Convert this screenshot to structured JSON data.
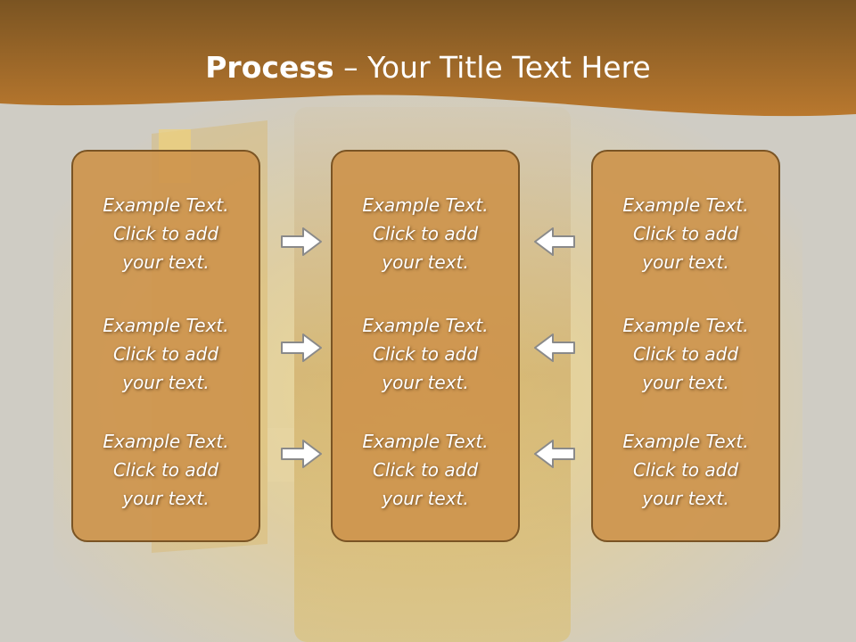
{
  "title": {
    "bold": "Process",
    "rest": " – Your Title Text Here"
  },
  "panels": [
    {
      "blocks": [
        {
          "lines": [
            "Example Text.",
            "Click  to add",
            "your text."
          ]
        },
        {
          "lines": [
            "Example Text.",
            "Click  to add",
            "your text."
          ]
        },
        {
          "lines": [
            "Example Text.",
            "Click  to add",
            "your text."
          ]
        }
      ]
    },
    {
      "blocks": [
        {
          "lines": [
            "Example Text.",
            "Click  to add",
            "your text."
          ]
        },
        {
          "lines": [
            "Example Text.",
            "Click  to add",
            "your text."
          ]
        },
        {
          "lines": [
            "Example Text.",
            "Click  to add",
            "your text."
          ]
        }
      ]
    },
    {
      "blocks": [
        {
          "lines": [
            "Example Text.",
            "Click  to add",
            "your text."
          ]
        },
        {
          "lines": [
            "Example Text.",
            "Click  to add",
            "your text."
          ]
        },
        {
          "lines": [
            "Example Text.",
            "Click  to add",
            "your text."
          ]
        }
      ]
    }
  ],
  "arrows": {
    "left_column": [
      "arrow-right-icon",
      "arrow-right-icon",
      "arrow-right-icon"
    ],
    "right_column": [
      "arrow-left-icon",
      "arrow-left-icon",
      "arrow-left-icon"
    ]
  },
  "colors": {
    "header": "#b0742c",
    "panel_fill": "#cd9652",
    "panel_border": "#7a5424",
    "background": "#cfccc4",
    "text": "#ffffff"
  }
}
